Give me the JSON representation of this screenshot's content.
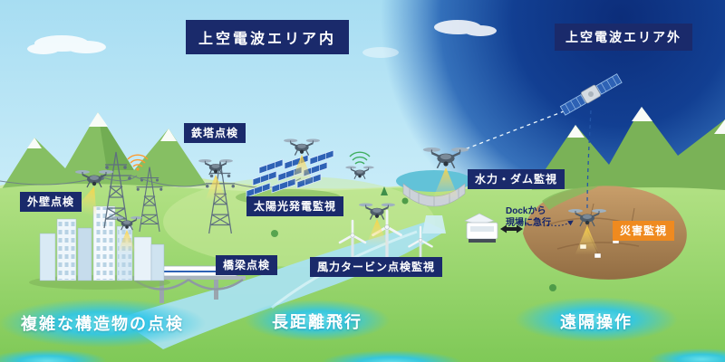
{
  "titles": {
    "inside_area": "上空電波エリア内",
    "outside_area": "上空電波エリア外"
  },
  "labels": {
    "wall_inspection": "外壁点検",
    "tower_inspection": "鉄塔点検",
    "solar_monitoring": "太陽光発電監視",
    "bridge_inspection": "橋梁点検",
    "wind_turbine_monitoring": "風力タービン点検監視",
    "hydro_dam_monitoring": "水力・ダム監視",
    "disaster_monitoring": "災害監視",
    "dock_note_line1": "Dockから",
    "dock_note_line2": "現場に急行"
  },
  "capabilities": {
    "complex_structures": "複雑な構造物の点検",
    "long_distance": "長距離飛行",
    "remote_operation": "遠隔操作"
  },
  "colors": {
    "label_navy": "#1a2a6b",
    "label_orange": "#ef8a1f",
    "glow_cyan": "#2ec6ea",
    "night_sky": "#0c2d7a",
    "sky_blue": "#bfe7f6",
    "grass_green": "#8fce5f",
    "solar_blue": "#2e62b5"
  }
}
